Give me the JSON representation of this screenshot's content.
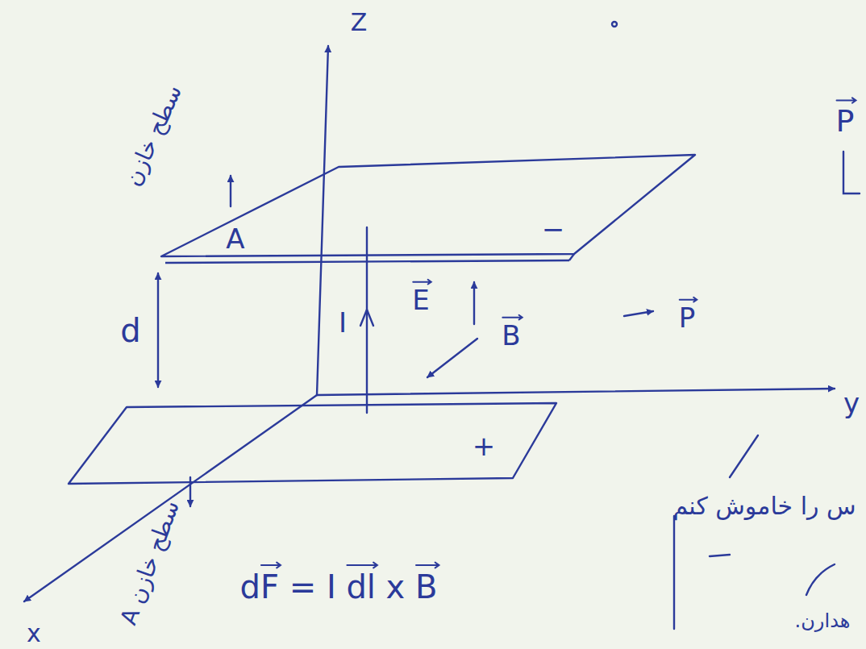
{
  "diagram": {
    "nodes": [
      {
        "text": [
          "A",
          "−"
        ]
      },
      {
        "text": [
          "+"
        ]
      }
    ],
    "labels": [
      "Z",
      "y",
      "x",
      "d",
      "I",
      "E",
      "B",
      "P",
      "سطح خازن",
      "سطح خازن A",
      "dF = I dl x B",
      "س را خاموش کنم",
      "هدارن.",
      "P"
    ]
  }
}
